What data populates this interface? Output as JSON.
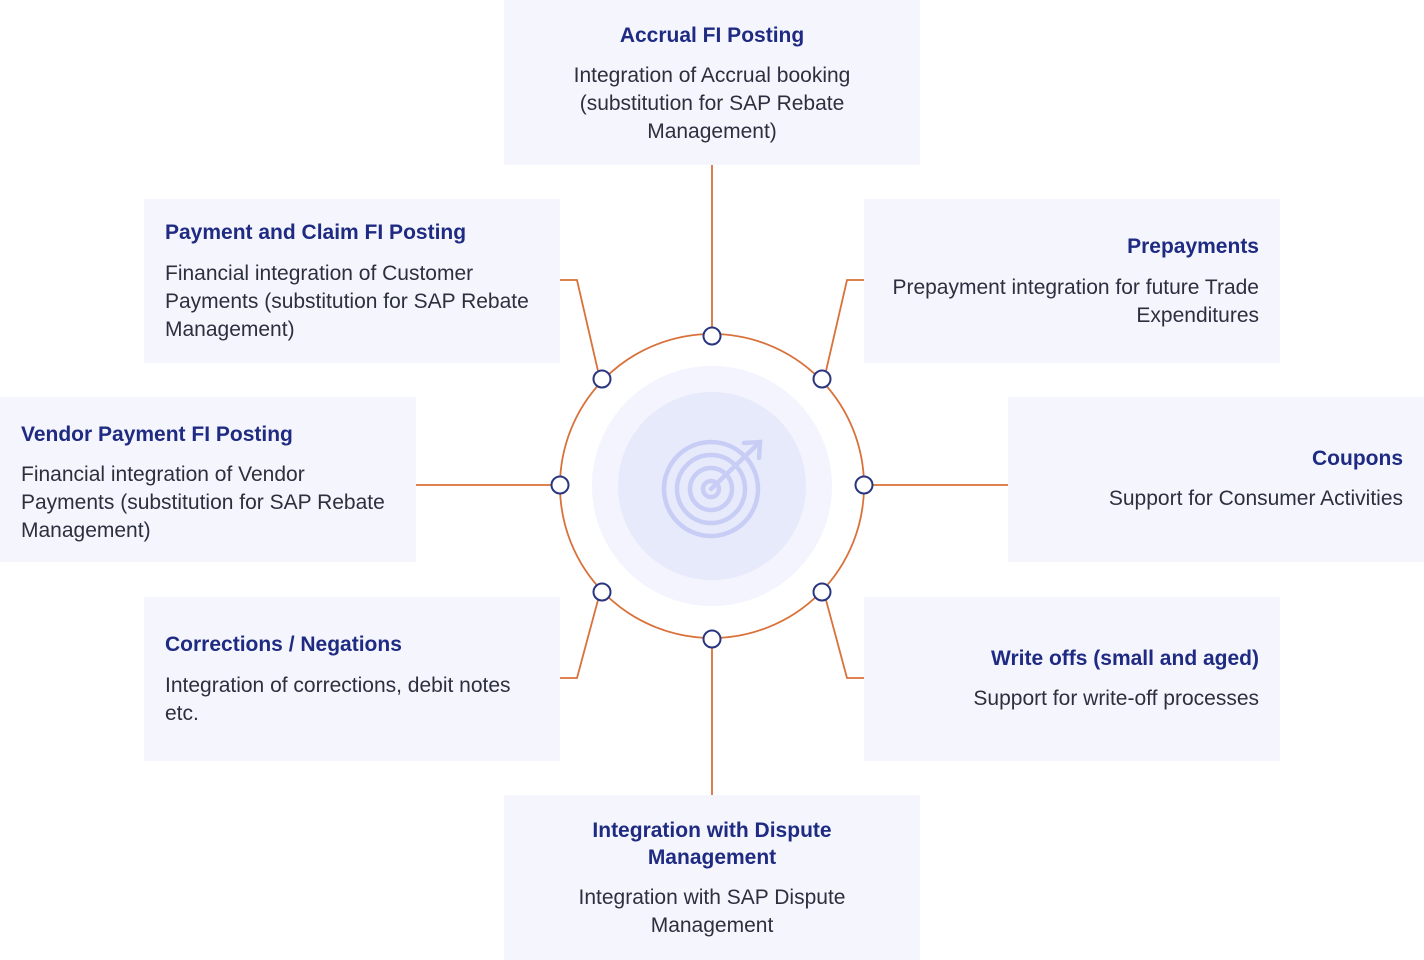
{
  "diagram": {
    "accent_color": "#d9713a",
    "title_color": "#1f2b82",
    "card_background": "#f4f5fd",
    "center_icon": "target-icon",
    "cards": {
      "top": {
        "title": "Accrual FI Posting",
        "description": "Integration of Accrual booking (substitution for SAP Rebate Management)"
      },
      "upper_left": {
        "title": "Payment and Claim FI Posting",
        "description": "Financial integration of Customer Payments (substitution for SAP Rebate Management)"
      },
      "upper_right": {
        "title": "Prepayments",
        "description": "Prepayment integration for future Trade Expenditures"
      },
      "left": {
        "title": "Vendor Payment FI Posting",
        "description": "Financial integration of Vendor Payments (substitution for SAP Rebate Management)"
      },
      "right": {
        "title": "Coupons",
        "description": "Support for Consumer Activities"
      },
      "lower_left": {
        "title": "Corrections / Negations",
        "description": "Integration of corrections, debit notes etc."
      },
      "lower_right": {
        "title": "Write offs (small and aged)",
        "description": "Support for write-off processes"
      },
      "bottom": {
        "title": "Integration with Dispute Management",
        "description": "Integration with SAP Dispute Management"
      }
    }
  }
}
